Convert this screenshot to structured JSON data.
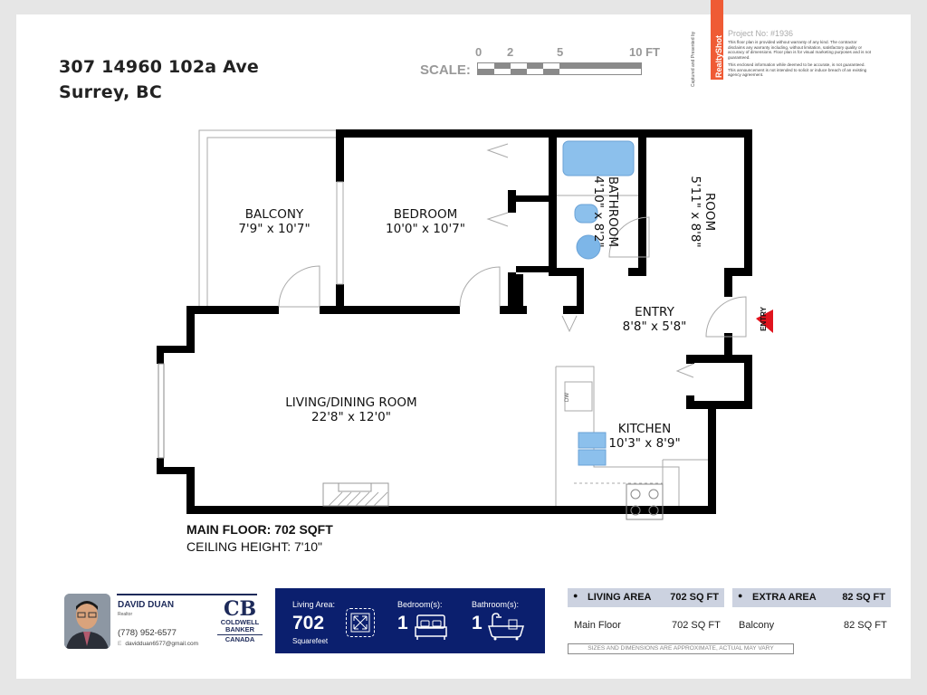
{
  "header": {
    "address_line1": "307 14960 102a Ave",
    "address_line2": "Surrey, BC",
    "scale": {
      "label": "SCALE:",
      "ticks": [
        "0",
        "2",
        "5",
        "10 FT"
      ]
    }
  },
  "branding": {
    "side_text": "Captured and Presented by",
    "logo_text": "RealtyShot",
    "project_no": "Project No: #1936",
    "disclaimer_1": "This floor plan is provided without warranty of any kind. The contractor disclaims any warranty including, without limitation, satisfactory quality or accuracy of dimensions. Floor plan is for visual marketing purposes and is not guaranteed.",
    "disclaimer_2": "This enclosed information while deemed to be accurate, is not guaranteed. This announcement is not intended to solicit or induce breach of an existing agency agreement.",
    "accent_color": "#ef5b35"
  },
  "floorplan": {
    "rooms": [
      {
        "name": "BALCONY",
        "dims": "7'9\" x 10'7\""
      },
      {
        "name": "BEDROOM",
        "dims": "10'0\" x 10'7\""
      },
      {
        "name": "BATHROOM",
        "dims": "4'10\" x 8'2\""
      },
      {
        "name": "ROOM",
        "dims": "5'11\" x 8'8\""
      },
      {
        "name": "ENTRY",
        "dims": "8'8\" x 5'8\""
      },
      {
        "name": "LIVING/DINING ROOM",
        "dims": "22'8\" x 12'0\""
      },
      {
        "name": "KITCHEN",
        "dims": "10'3\" x 8'9\""
      }
    ],
    "entry_marker": "ENTRY",
    "dishwasher_label": "DW",
    "entry_color": "#e0141e",
    "fixture_color": "#5aa2e0",
    "main_floor": "MAIN FLOOR: 702 SQFT",
    "ceiling_height": "CEILING HEIGHT: 7'10\""
  },
  "agent": {
    "name": "DAVID DUAN",
    "role": "Realtor",
    "phone": "(778) 952-6577",
    "email_prefix": "E",
    "email": "davidduan6577@gmail.com",
    "brokerage_line1": "COLDWELL",
    "brokerage_line2": "BANKER",
    "brokerage_line3": "CANADA",
    "brokerage_mark": "CB"
  },
  "stats": {
    "living_area_label": "Living Area:",
    "living_area_value": "702",
    "living_area_unit": "Squarefeet",
    "bedrooms_label": "Bedroom(s):",
    "bedrooms_value": "1",
    "bathrooms_label": "Bathroom(s):",
    "bathrooms_value": "1",
    "bg_color": "#0b1f6e"
  },
  "area_table": {
    "living": {
      "title": "LIVING AREA",
      "total": "702 SQ FT",
      "rows": [
        {
          "name": "Main Floor",
          "value": "702 SQ FT"
        }
      ]
    },
    "extra": {
      "title": "EXTRA AREA",
      "total": "82 SQ FT",
      "rows": [
        {
          "name": "Balcony",
          "value": "82 SQ FT"
        }
      ]
    },
    "disclaimer": "SIZES AND DIMENSIONS ARE APPROXIMATE, ACTUAL MAY VARY"
  }
}
